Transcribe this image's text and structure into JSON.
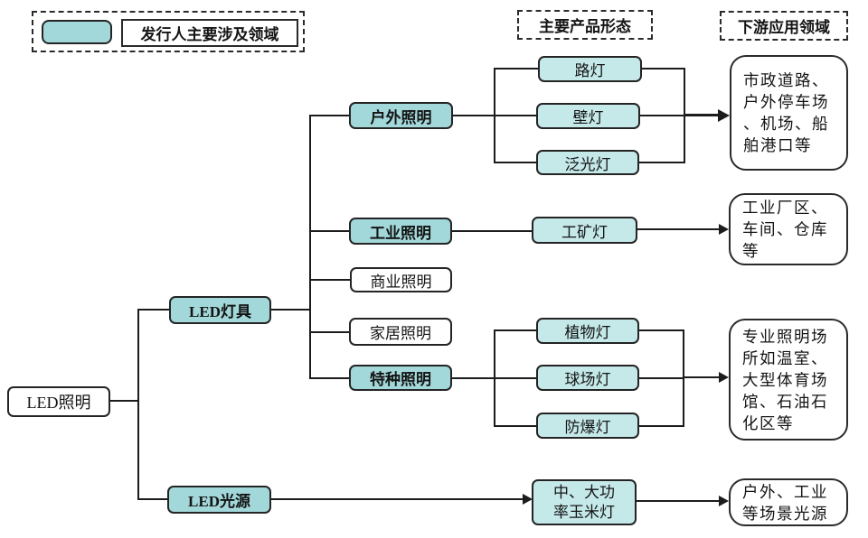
{
  "legend": {
    "label": "发行人主要涉及领域"
  },
  "headers": {
    "product_form": "主要产品形态",
    "downstream": "下游应用领域"
  },
  "nodes": {
    "root": "LED照明",
    "fixtures": "LED灯具",
    "source": "LED光源",
    "outdoor": "户外照明",
    "industrial": "工业照明",
    "commercial": "商业照明",
    "home": "家居照明",
    "special": "特种照明",
    "street": "路灯",
    "wall": "壁灯",
    "flood": "泛光灯",
    "highbay": "工矿灯",
    "plant": "植物灯",
    "stadium": "球场灯",
    "explosion": "防爆灯",
    "corn": "中、大功\n率玉米灯"
  },
  "applications": {
    "outdoor": "市政道路、\n户外停车场\n、机场、船\n舶港口等",
    "industrial": "工业厂区、\n车间、仓库\n等",
    "special": "专业照明场\n所如温室、\n大型体育场\n馆、石油石\n化区等",
    "source": "户外、工业\n等场景光源"
  },
  "colors": {
    "category_fill": "#a3d8da",
    "product_fill": "#c5e8e9",
    "line": "#1c1c1c"
  }
}
